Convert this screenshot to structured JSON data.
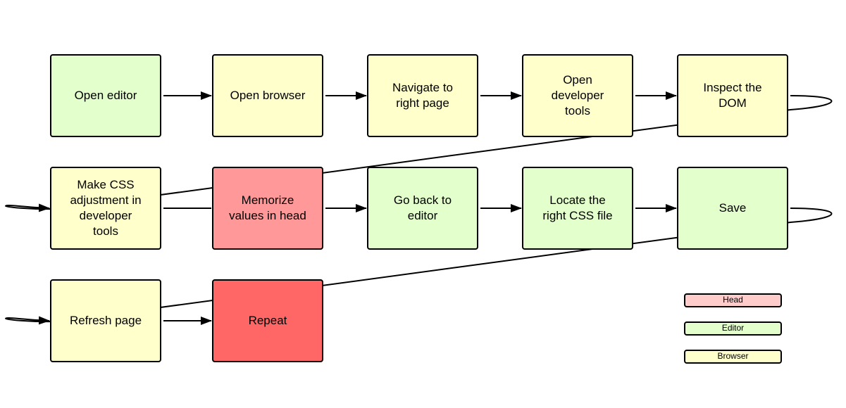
{
  "colors": {
    "head_light": "#ff9999",
    "head_strong": "#ff6666",
    "head_legend": "#ffcccc",
    "editor": "#e3ffcc",
    "browser": "#ffffcc",
    "stroke": "#000000"
  },
  "flow": {
    "nodes": [
      {
        "id": "open-editor",
        "label": "Open editor",
        "category": "editor"
      },
      {
        "id": "open-browser",
        "label": "Open browser",
        "category": "browser"
      },
      {
        "id": "navigate",
        "label": "Navigate to\nright page",
        "category": "browser"
      },
      {
        "id": "open-devtools",
        "label": "Open\ndeveloper\ntools",
        "category": "browser"
      },
      {
        "id": "inspect-dom",
        "label": "Inspect the\nDOM",
        "category": "browser"
      },
      {
        "id": "make-css-adjustment",
        "label": "Make CSS\nadjustment in\ndeveloper\ntools",
        "category": "browser"
      },
      {
        "id": "memorize-values",
        "label": "Memorize\nvalues in head",
        "category": "head_light"
      },
      {
        "id": "go-back-editor",
        "label": "Go back to\neditor",
        "category": "editor"
      },
      {
        "id": "locate-css-file",
        "label": "Locate the\nright CSS file",
        "category": "editor"
      },
      {
        "id": "save",
        "label": "Save",
        "category": "editor"
      },
      {
        "id": "refresh-page",
        "label": "Refresh page",
        "category": "browser"
      },
      {
        "id": "repeat",
        "label": "Repeat",
        "category": "head_strong"
      }
    ]
  },
  "legend": {
    "items": [
      {
        "label": "Head",
        "category": "head_legend"
      },
      {
        "label": "Editor",
        "category": "editor"
      },
      {
        "label": "Browser",
        "category": "browser"
      }
    ]
  }
}
